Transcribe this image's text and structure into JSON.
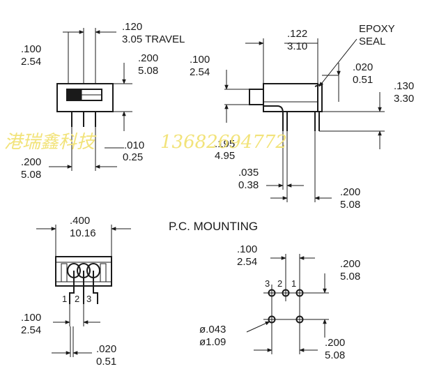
{
  "watermark": {
    "company": "港瑞鑫科技",
    "phone": "13682694772"
  },
  "front_view": {
    "travel_in": ".120",
    "travel_mm": "3.05 TRAVEL",
    "width_in": ".100",
    "width_mm": "2.54",
    "height_in": ".200",
    "height_mm": "5.08",
    "pitch_in": ".200",
    "pitch_mm": "5.08",
    "offset_in": ".010",
    "offset_mm": "0.25"
  },
  "side_view": {
    "epoxy_label_line1": "EPOXY",
    "epoxy_label_line2": "SEAL",
    "top_in": ".122",
    "top_mm": "3.10",
    "act_in": ".100",
    "act_mm": "2.54",
    "seal_in": ".020",
    "seal_mm": "0.51",
    "height_in": ".130",
    "height_mm": "3.30",
    "lead_len_in": ".195",
    "lead_len_mm": "4.95",
    "lead_thk_in": ".035",
    "lead_thk_mm": "0.38",
    "lead_pitch_in": ".200",
    "lead_pitch_mm": "5.08"
  },
  "bottom_view": {
    "width_in": ".400",
    "width_mm": "10.16",
    "pin_labels": [
      "1",
      "2",
      "3"
    ],
    "pitch_in": ".100",
    "pitch_mm": "2.54",
    "lead_in": ".020",
    "lead_mm": "0.51"
  },
  "pc_mounting": {
    "title": "P.C. MOUNTING",
    "pitch_in": ".100",
    "pitch_mm": "2.54",
    "row_in": ".200",
    "row_mm": "5.08",
    "pin_labels": [
      "3",
      "2",
      "1"
    ],
    "hole_in": "ø.043",
    "hole_mm": "ø1.09",
    "bottom_in": ".200",
    "bottom_mm": "5.08"
  }
}
